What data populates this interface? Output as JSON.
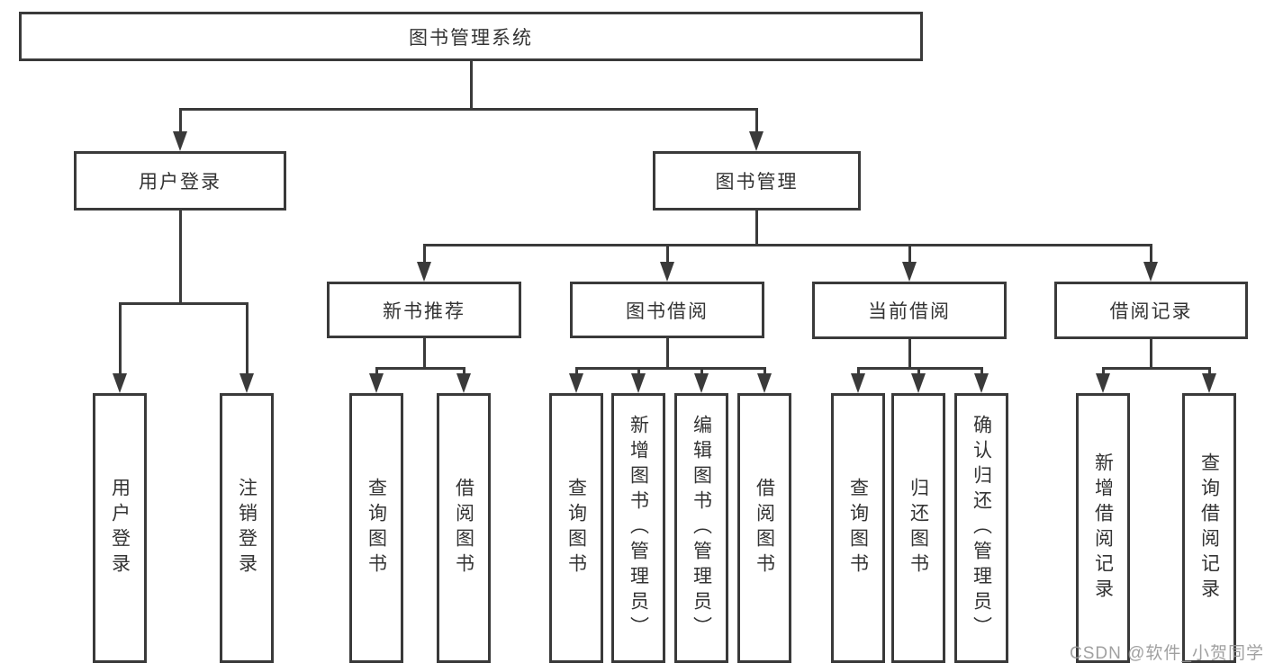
{
  "nodes": {
    "root": {
      "label": "图书管理系统"
    },
    "user_login": {
      "label": "用户登录"
    },
    "book_mgmt": {
      "label": "图书管理"
    },
    "new_books": {
      "label": "新书推荐"
    },
    "book_borrow": {
      "label": "图书借阅"
    },
    "current_borrow": {
      "label": "当前借阅"
    },
    "borrow_records": {
      "label": "借阅记录"
    }
  },
  "leaves": {
    "user_login": [
      "用户登录",
      "注销登录"
    ],
    "new_books": [
      "查询图书",
      "借阅图书"
    ],
    "book_borrow": [
      "查询图书",
      "新增图书（管理员）",
      "编辑图书（管理员）",
      "借阅图书"
    ],
    "current_borrow": [
      "查询图书",
      "归还图书",
      "确认归还（管理员）"
    ],
    "borrow_records": [
      "新增借阅记录",
      "查询借阅记录"
    ]
  },
  "watermark": "CSDN @软件_小贺同学",
  "colors": {
    "line": "#3a3a3a",
    "text": "#333333",
    "watermark": "#969696",
    "background": "#ffffff"
  }
}
